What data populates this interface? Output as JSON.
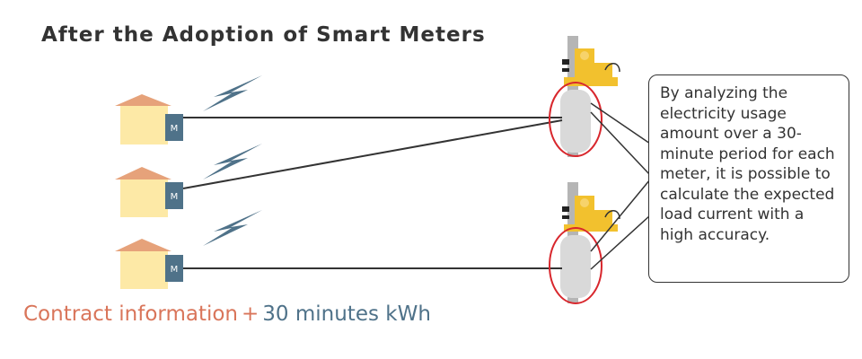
{
  "title": "After the Adoption of Smart Meters",
  "meter_label": "M",
  "callout_text": "By analyzing the electricity usage amount over a 30-minute period for each meter, it is possible to calculate the expected load current with a high accuracy.",
  "caption": {
    "left": "Contract information",
    "plus": "+",
    "right": "30 minutes kWh"
  },
  "colors": {
    "house_roof": "#e6a27a",
    "house_wall": "#fde9a6",
    "meter": "#4f7289",
    "lightning": "#4f7289",
    "wire": "#333333",
    "highlight_ring": "#d8272d",
    "transformer": "#d9d9d9",
    "pole": "#b5b5b5",
    "worker": "#f2c12e",
    "caption_left": "#d9755a",
    "caption_right": "#4f7289"
  }
}
